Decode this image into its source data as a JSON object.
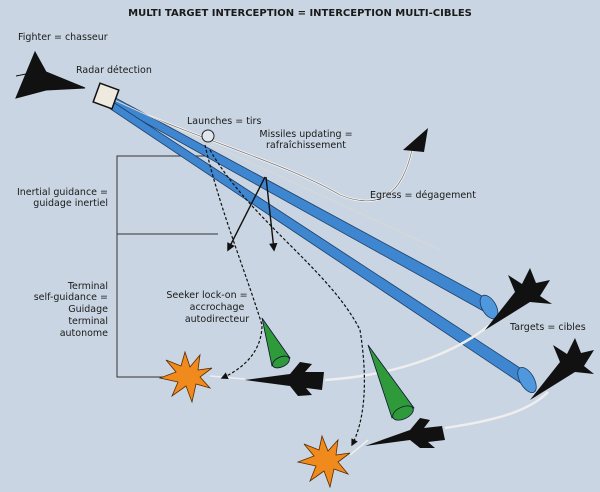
{
  "title": "MULTI TARGET INTERCEPTION = INTERCEPTION MULTI-CIBLES",
  "labels": {
    "fighter": "Fighter = chasseur",
    "radar": "Radar détection",
    "launches": "Launches = tirs",
    "updating_1": "Missiles updating =",
    "updating_2": "rafraîchissement",
    "egress": "Egress = dégagement",
    "inertial_1": "Inertial guidance =",
    "inertial_2": "guidage inertiel",
    "terminal_1": "Terminal",
    "terminal_2": "self-guidance =",
    "terminal_3": "Guidage",
    "terminal_4": "terminal",
    "terminal_5": "autonome",
    "seeker_1": "Seeker lock-on =",
    "seeker_2": "accrochage",
    "seeker_3": "autodirecteur",
    "targets": "Targets = cibles"
  },
  "colors": {
    "background": "#c9d5e2",
    "beam": "#3f86d0",
    "cone": "#2f9a3a",
    "explosion": "#f08a1c"
  }
}
